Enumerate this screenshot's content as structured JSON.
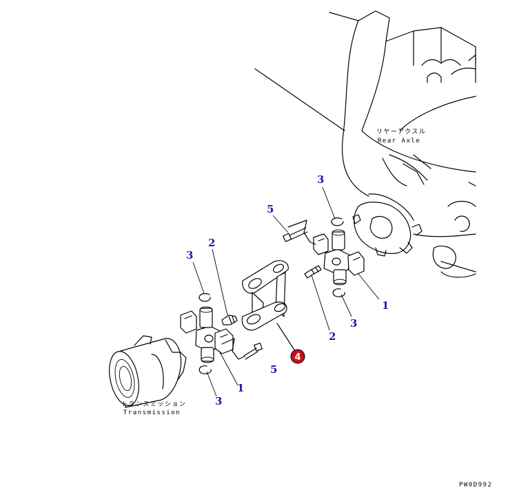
{
  "colors": {
    "callout_text": "#1a1aaa",
    "highlight_fill": "#c8101a",
    "highlight_text": "#ffffff",
    "line": "#000000"
  },
  "labels": {
    "rear_axle_jp": "リヤーアクスル",
    "rear_axle_en": "Rear Axle",
    "transmission_jp": "トランスミッション",
    "transmission_en": "Transmission",
    "drawing_number": "PW0D992"
  },
  "callouts": {
    "c_3_top": "3",
    "c_5_top": "5",
    "c_2_left": "2",
    "c_3_left": "3",
    "c_1_right": "1",
    "c_3_right": "3",
    "c_2_right": "2",
    "c_4_highlight": "4",
    "c_5_bottom": "5",
    "c_1_bottom": "1",
    "c_3_bottom": "3"
  }
}
